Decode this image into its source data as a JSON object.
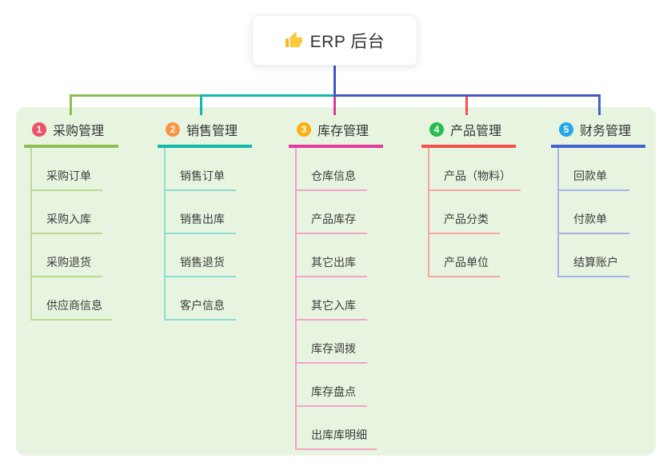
{
  "root": {
    "title": "ERP 后台",
    "icon": "thumbs-up-icon"
  },
  "theme": {
    "panel_bg": "#e7f5e0",
    "stem_color": "#4457c8",
    "header_text_color": "#333333",
    "child_text_color": "#3d3d3d"
  },
  "branches": [
    {
      "badge": "1",
      "label": "采购管理",
      "badge_color": "#ee5368",
      "color": "#8cbf52",
      "light_color": "#b7db90",
      "children": [
        "采购订单",
        "采购入库",
        "采购退货",
        "供应商信息"
      ]
    },
    {
      "badge": "2",
      "label": "销售管理",
      "badge_color": "#fb9447",
      "color": "#14b8ab",
      "light_color": "#8fdcd4",
      "children": [
        "销售订单",
        "销售出库",
        "销售退货",
        "客户信息"
      ]
    },
    {
      "badge": "3",
      "label": "库存管理",
      "badge_color": "#fcaf17",
      "color": "#e23a9d",
      "light_color": "#f6a0cb",
      "children": [
        "仓库信息",
        "产品库存",
        "其它出库",
        "其它入库",
        "库存调拨",
        "库存盘点",
        "出库库明细"
      ]
    },
    {
      "badge": "4",
      "label": "产品管理",
      "badge_color": "#27bd51",
      "color": "#f4504f",
      "light_color": "#faa5a0",
      "children": [
        "产品（物料）",
        "产品分类",
        "产品单位"
      ]
    },
    {
      "badge": "5",
      "label": "财务管理",
      "badge_color": "#25a6e9",
      "color": "#4463cd",
      "light_color": "#a3b3ea",
      "children": [
        "回款单",
        "付款单",
        "结算账户"
      ]
    }
  ]
}
